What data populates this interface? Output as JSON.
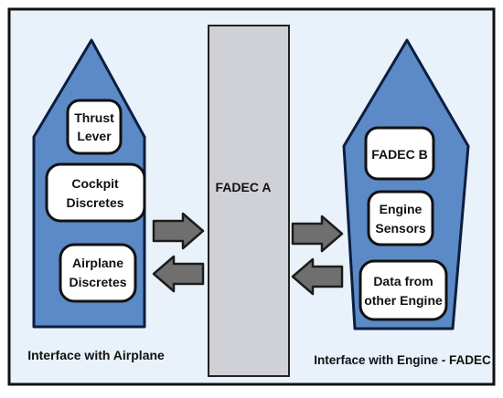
{
  "diagram": {
    "center_block": {
      "label": "FADEC A"
    },
    "left_group": {
      "caption": "Interface with Airplane",
      "boxes": [
        {
          "lines": [
            "Thrust",
            "Lever"
          ]
        },
        {
          "lines": [
            "Cockpit",
            "Discretes"
          ]
        },
        {
          "lines": [
            "Airplane",
            "Discretes"
          ]
        }
      ]
    },
    "right_group": {
      "caption": "Interface with Engine - FADEC",
      "boxes": [
        {
          "lines": [
            "FADEC B"
          ]
        },
        {
          "lines": [
            "Engine",
            "Sensors"
          ]
        },
        {
          "lines": [
            "Data from",
            "other Engine"
          ]
        }
      ]
    },
    "arrows": [
      {
        "from": "airplane-interface",
        "to": "fadec-a"
      },
      {
        "from": "fadec-a",
        "to": "airplane-interface"
      },
      {
        "from": "fadec-a",
        "to": "engine-interface"
      },
      {
        "from": "engine-interface",
        "to": "fadec-a"
      }
    ],
    "colors": {
      "background": "#ffffff",
      "panel": "#e9f1fb",
      "panel_border": "#111111",
      "shape_fill": "#5b8ac6",
      "shape_stroke": "#0b1e3f",
      "center_fill": "#cfd1d6",
      "box_fill": "#ffffff",
      "arrow_fill": "#6f6f6f",
      "arrow_outline": "#1c1c1c",
      "text": "#111111"
    }
  }
}
